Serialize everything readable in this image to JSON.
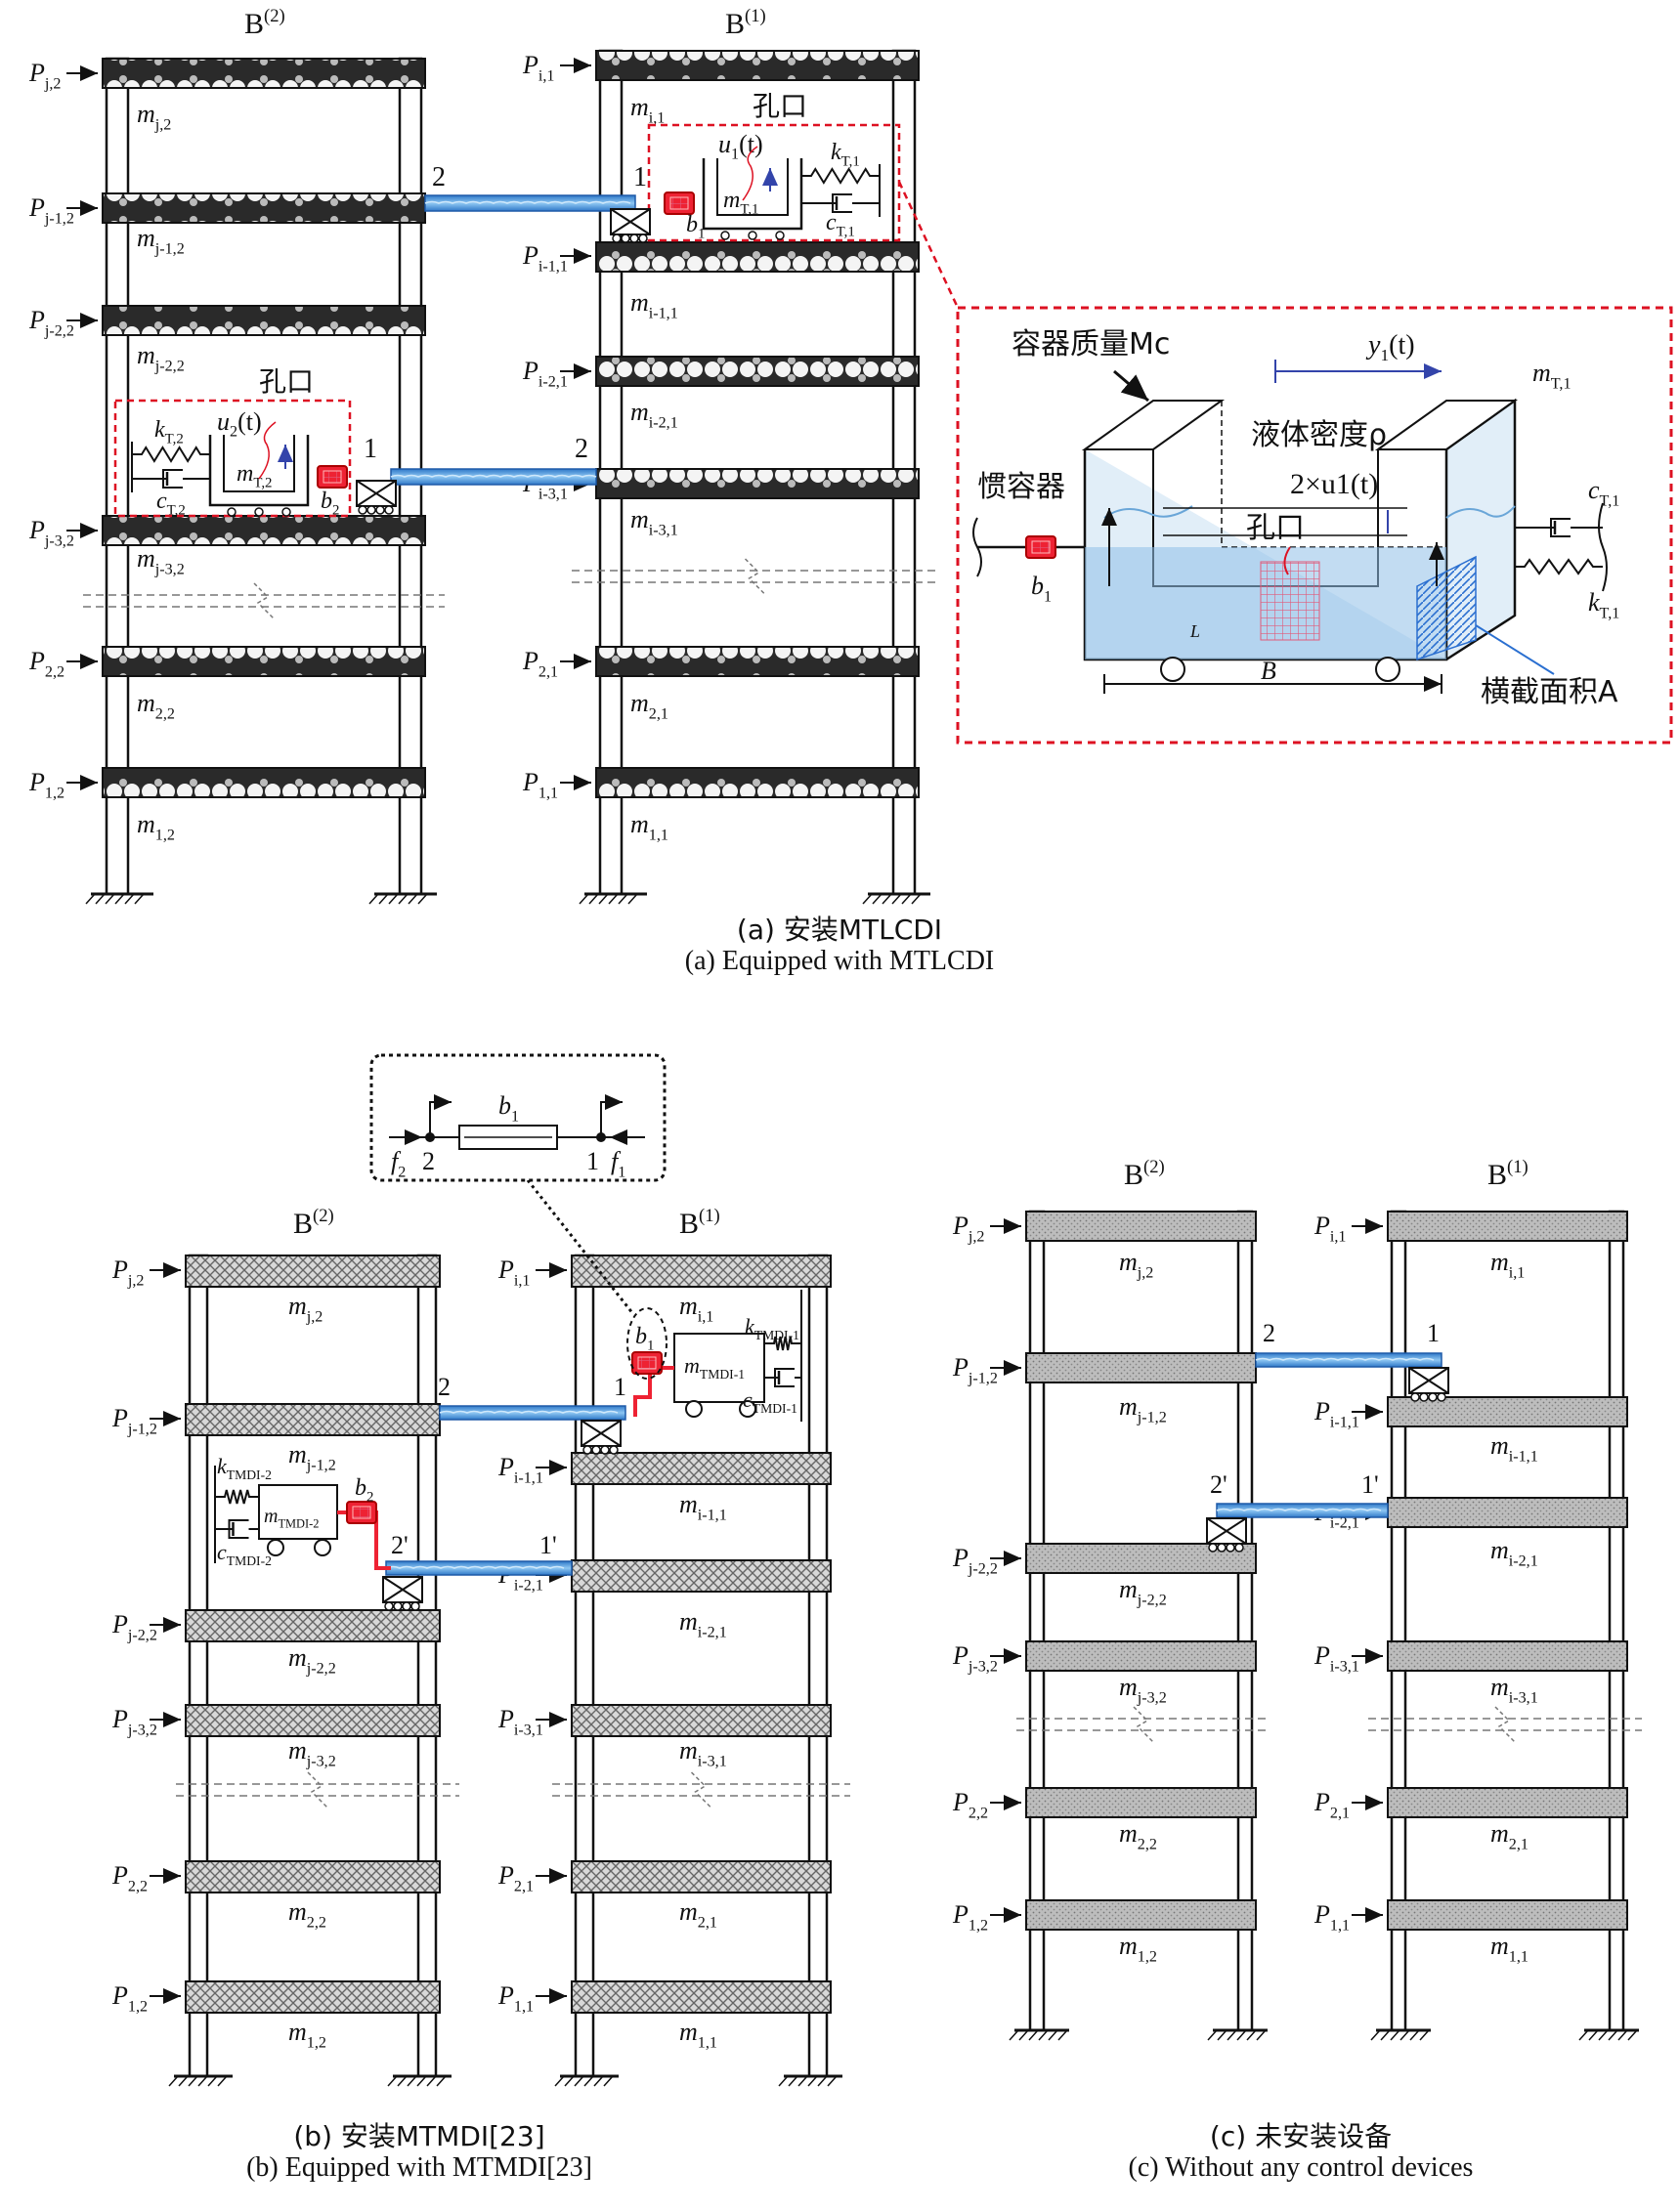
{
  "panel_a": {
    "building_left_label": "B(2)",
    "building_right_label": "B(1)",
    "caption_zh": "(a) 安装MTLCDI",
    "caption_en": "(a) Equipped with MTLCDI",
    "left_loads": [
      "Pj,2",
      "Pj-1,2",
      "Pj-2,2",
      "Pj-3,2",
      "P2,2",
      "P1,2"
    ],
    "left_masses": [
      "mj,2",
      "mj-1,2",
      "mj-2,2",
      "mj-3,2",
      "m2,2",
      "m1,2"
    ],
    "right_loads": [
      "Pi,1",
      "Pi-1,1",
      "Pi-2,1",
      "Pi-3,1",
      "P2,1",
      "P1,1"
    ],
    "right_masses": [
      "mi,1",
      "mi-1,1",
      "mi-2,1",
      "mi-3,1",
      "m2,1",
      "m1,1"
    ],
    "orifice": "孔口",
    "device_left": {
      "u": "u2(t)",
      "k": "kT,2",
      "m": "mT,2",
      "c": "cT,2",
      "b": "b2"
    },
    "device_right": {
      "u": "u1(t)",
      "k": "kT,1",
      "m": "mT,1",
      "c": "cT,1",
      "b": "b1"
    },
    "node_1": "1",
    "node_2": "2",
    "detail": {
      "container_mass": "容器质量Mc",
      "liquid_density": "液体密度ρ",
      "inerter": "惯容器",
      "displacement": "y1(t)",
      "level": "2×u1(t)",
      "orifice": "孔口",
      "mass": "mT,1",
      "damper": "cT,1",
      "spring": "kT,1",
      "inerter_b": "b1",
      "length_L": "L",
      "width_B": "B",
      "area": "横截面积A"
    }
  },
  "panel_b": {
    "building_left_label": "B(2)",
    "building_right_label": "B(1)",
    "caption_zh": "(b) 安装MTMDI[23]",
    "caption_en": "(b) Equipped with MTMDI[23]",
    "left_loads": [
      "Pj,2",
      "Pj-1,2",
      "Pj-2,2",
      "Pj-3,2",
      "P2,2",
      "P1,2"
    ],
    "left_masses": [
      "mj,2",
      "mj-1,2",
      "mj-2,2",
      "mj-3,2",
      "m2,2",
      "m1,2"
    ],
    "right_loads": [
      "Pi,1",
      "Pi-1,1",
      "Pi-2,1",
      "Pi-3,1",
      "P2,1",
      "P1,1"
    ],
    "right_masses": [
      "mi,1",
      "mi-1,1",
      "mi-2,1",
      "mi-3,1",
      "m2,1",
      "m1,1"
    ],
    "inset": {
      "b": "b1",
      "f_left": "f2",
      "f_right": "f1",
      "n_left": "2",
      "n_right": "1"
    },
    "tmd_right": {
      "m": "mTMDI-1",
      "k": "kTMDI-1",
      "c": "cTMDI-1",
      "b": "b1"
    },
    "tmd_left": {
      "m": "mTMDI-2",
      "k": "kTMDI-2",
      "c": "cTMDI-2",
      "b": "b2"
    },
    "nodes": [
      "1",
      "2",
      "1'",
      "2'"
    ]
  },
  "panel_c": {
    "building_left_label": "B(2)",
    "building_right_label": "B(1)",
    "caption_zh": "(c) 未安装设备",
    "caption_en": "(c) Without any control devices",
    "left_loads": [
      "Pj,2",
      "Pj-1,2",
      "Pj-2,2",
      "Pj-3,2",
      "P2,2",
      "P1,2"
    ],
    "left_masses": [
      "mj,2",
      "mj-1,2",
      "mj-2,2",
      "mj-3,2",
      "m2,2",
      "m1,2"
    ],
    "right_loads": [
      "Pi,1",
      "Pi-1,1",
      "Pi-2,1",
      "Pi-3,1",
      "P2,1",
      "P1,1"
    ],
    "right_masses": [
      "mi,1",
      "mi-1,1",
      "mi-2,1",
      "mi-3,1",
      "m2,1",
      "m1,1"
    ],
    "nodes": [
      "1",
      "2",
      "1'",
      "2'"
    ]
  }
}
